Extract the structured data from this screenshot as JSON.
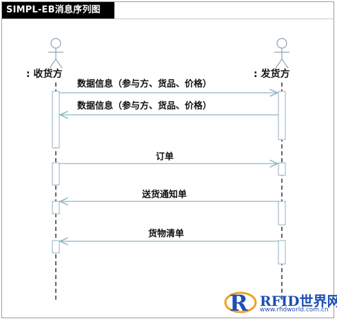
{
  "title": "SIMPL-EB消息序列图",
  "lifelines": {
    "left": ": 收货方",
    "right": ": 发货方"
  },
  "messages": [
    {
      "label": "数据信息（参与方、货品、价格）",
      "direction": "right"
    },
    {
      "label": "数据信息（参与方、货品、价格）",
      "direction": "left"
    },
    {
      "label": "订单",
      "direction": "right"
    },
    {
      "label": "送货通知单",
      "direction": "left"
    },
    {
      "label": "货物清单",
      "direction": "left"
    }
  ],
  "watermark": {
    "text": "RFID世界网",
    "url": "www.rfidworld.com.cn"
  },
  "colors": {
    "lifeline_box": "#9fbccc",
    "actor": "#8aa4b4",
    "arrow": "#8fb4c4"
  }
}
